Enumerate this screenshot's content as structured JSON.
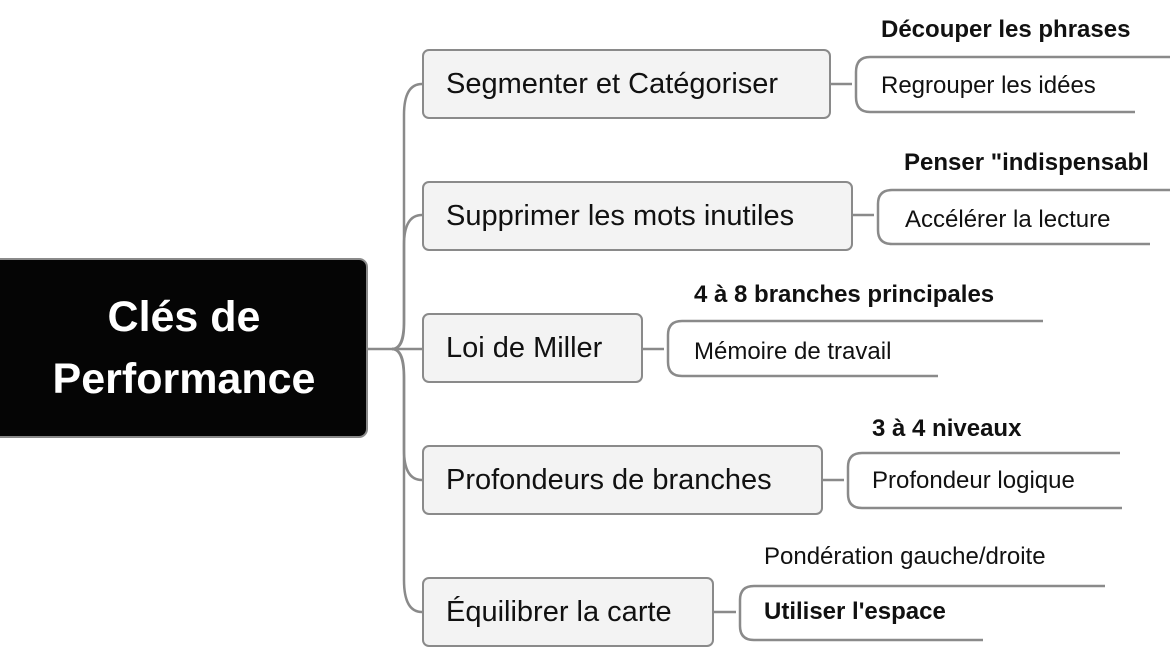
{
  "central": {
    "line1": "Clés de",
    "line2": "Performance"
  },
  "branches": [
    {
      "label": "Segmenter et Catégoriser",
      "children": [
        "Découper les phrases",
        "Regrouper les idées"
      ]
    },
    {
      "label": "Supprimer les mots inutiles",
      "children": [
        "Penser \"indispensabl",
        "Accélérer la lecture"
      ]
    },
    {
      "label": "Loi de Miller",
      "children": [
        "4 à 8 branches principales",
        "Mémoire de travail"
      ]
    },
    {
      "label": "Profondeurs de branches",
      "children": [
        "3 à 4 niveaux",
        "Profondeur logique"
      ]
    },
    {
      "label": "Équilibrer la carte",
      "children": [
        "Pondération gauche/droite",
        "Utiliser l'espace"
      ]
    }
  ],
  "colors": {
    "central_bg": "#050505",
    "node_bg": "#f3f3f3",
    "line": "#8a8a8a"
  }
}
